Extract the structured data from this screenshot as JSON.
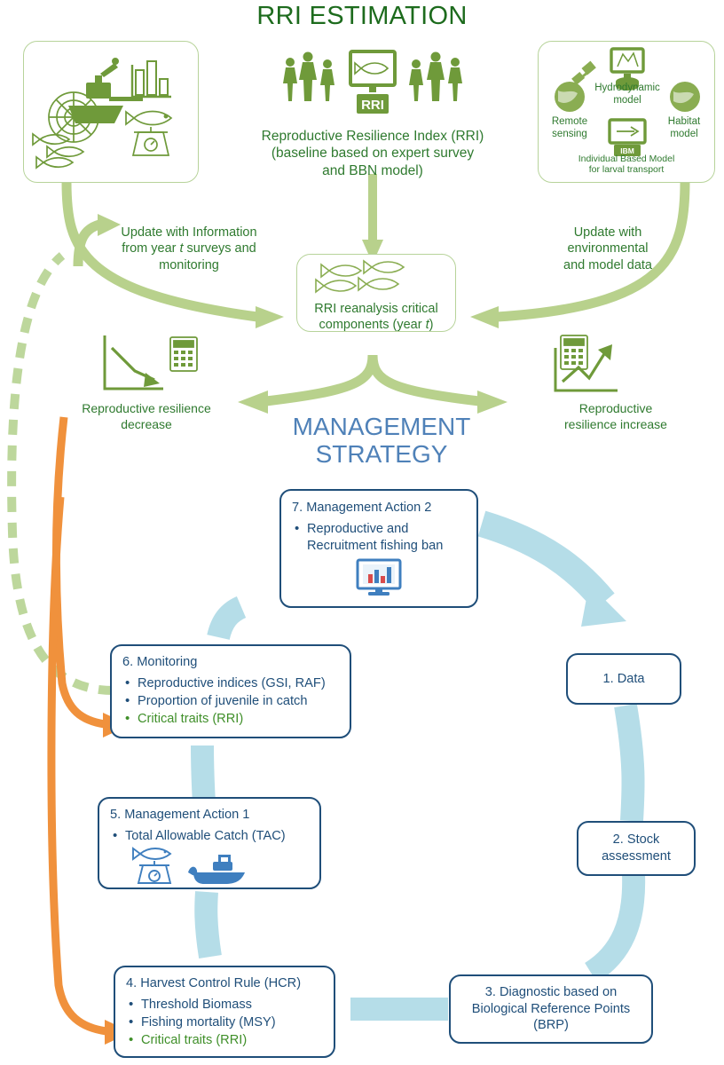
{
  "headings": {
    "rri_estimation": "RRI ESTIMATION",
    "management_strategy_line1": "MANAGEMENT",
    "management_strategy_line2": "STRATEGY"
  },
  "colors": {
    "green_title": "#1d6b1d",
    "green_text": "#2f7a2f",
    "green_arrow": "#b8d18c",
    "green_box_border": "#b7d39a",
    "green_icon": "#6f9a3a",
    "blue_title": "#4f81b8",
    "blue_box_border": "#1f4e79",
    "blue_text": "#1f4e79",
    "cycle_arrow": "#b5dde8",
    "orange_arrow": "#f0913c",
    "green_highlight_item": "#3f8f29"
  },
  "survey_box": {
    "name": "survey-and-catch-data",
    "icons": [
      "fishing-vessel-icon",
      "fishing-net-icon",
      "fish-school-icon",
      "bar-chart-icon",
      "fish-on-scale-icon"
    ]
  },
  "center_block": {
    "icons": [
      "people-group-left-icon",
      "monitor-fish-rri-icon",
      "people-group-right-icon"
    ],
    "monitor_label": "RRI",
    "caption_line1": "Reproductive Resilience Index (RRI)",
    "caption_line2": "(baseline based on expert survey",
    "caption_line3": "and BBN model)"
  },
  "env_box": {
    "remote_sensing": "Remote\nsensing",
    "remote_sensing_line1": "Remote",
    "remote_sensing_line2": "sensing",
    "hydrodynamic_line1": "Hydrodynamic",
    "hydrodynamic_line2": "model",
    "habitat_line1": "Habitat",
    "habitat_line2": "model",
    "ibm_badge": "IBM",
    "ibm_line1": "Individual Based Model",
    "ibm_line2": "for larval transport",
    "icons": [
      "satellite-remote-sensing-icon",
      "hydrodynamic-monitor-icon",
      "habitat-globe-icon",
      "ibm-monitor-icon"
    ]
  },
  "update_left": {
    "line1": "Update with Information",
    "line2_a": "from year ",
    "line2_italic": "t",
    "line2_b": " surveys and",
    "line3": "monitoring"
  },
  "update_right": {
    "line1": "Update with",
    "line2": "environmental",
    "line3": "and model data"
  },
  "rri_reanalysis": {
    "line1": "RRI reanalysis critical",
    "line2_a": "components (year ",
    "line2_italic": "t",
    "line2_b": ")",
    "icon": "fish-school-icon"
  },
  "resilience_decrease": {
    "line1": "Reproductive resilience",
    "line2": "decrease",
    "icons": [
      "declining-chart-icon",
      "calculator-icon"
    ]
  },
  "resilience_increase": {
    "line1": "Reproductive",
    "line2": "resilience increase",
    "icons": [
      "rising-chart-icon",
      "calculator-icon"
    ]
  },
  "cycle_boxes": [
    {
      "id": "box7",
      "name": "management-action-2-box",
      "header": "7. Management Action 2",
      "items": [
        {
          "text": "Reproductive and",
          "green": false
        },
        {
          "text": "Recruitment fishing ban",
          "green": false
        }
      ],
      "bullet_text": "Reproductive and Recruitment fishing ban",
      "icons": [
        "monitor-bar-chart-icon"
      ]
    },
    {
      "id": "box1",
      "name": "data-box",
      "header": "1. Data",
      "items": []
    },
    {
      "id": "box2",
      "name": "stock-assessment-box",
      "header": "2. Stock",
      "header_line2": "assessment",
      "items": []
    },
    {
      "id": "box3",
      "name": "diagnostic-brp-box",
      "header": "3. Diagnostic based on",
      "header_line2": "Biological Reference Points",
      "header_line3": "(BRP)",
      "items": []
    },
    {
      "id": "box4",
      "name": "harvest-control-rule-box",
      "header": "4. Harvest Control Rule (HCR)",
      "items": [
        {
          "text": "Threshold Biomass",
          "green": false
        },
        {
          "text": "Fishing mortality (MSY)",
          "green": false
        },
        {
          "text": "Critical traits (RRI)",
          "green": true
        }
      ]
    },
    {
      "id": "box5",
      "name": "management-action-1-box",
      "header": "5. Management Action 1",
      "items": [
        {
          "text": "Total Allowable Catch (TAC)",
          "green": false
        }
      ],
      "icons": [
        "fish-on-scale-icon",
        "fishing-boat-icon"
      ]
    },
    {
      "id": "box6",
      "name": "monitoring-box",
      "header": "6. Monitoring",
      "items": [
        {
          "text": "Reproductive  indices (GSI, RAF)",
          "green": false
        },
        {
          "text": "Proportion of juvenile in catch",
          "green": false
        },
        {
          "text": "Critical traits (RRI)",
          "green": true
        }
      ]
    }
  ]
}
